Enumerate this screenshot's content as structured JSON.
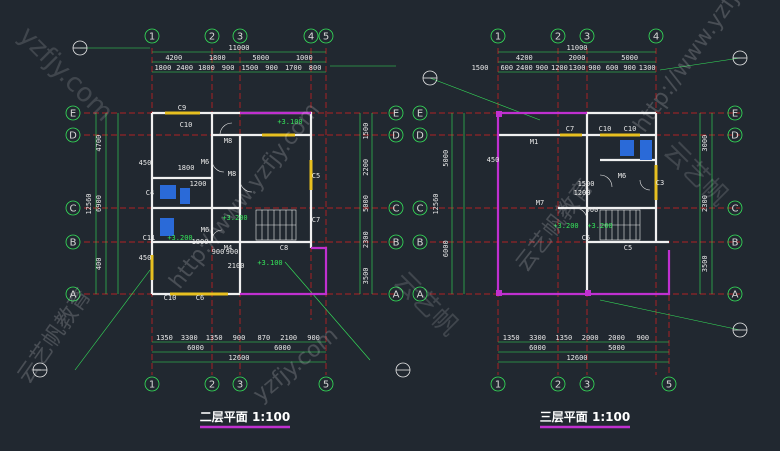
{
  "colors": {
    "background": "#212830",
    "wall": "#f0f0f0",
    "axis_line": "#e02020",
    "dimension": "#35e35a",
    "window": "#e8c020",
    "balcony": "#c030d0",
    "stair": "#e8e8e8",
    "caption_underline": "#c030d0"
  },
  "plans": [
    {
      "caption": "二层平面 1:100",
      "top_axes": [
        "1",
        "2",
        "3",
        "4",
        "5"
      ],
      "bottom_axes": [
        "1",
        "2",
        "3",
        "5"
      ],
      "side_axes": [
        "E",
        "D",
        "C",
        "B",
        "A"
      ],
      "overall_top": "11000",
      "top_dims": [
        "4200",
        "1800",
        "5000",
        "1000"
      ],
      "top_dims_2": [
        "1800",
        "2400",
        "1800",
        "900",
        "1500",
        "900",
        "1700",
        "800"
      ],
      "bottom_dims": [
        "1350",
        "3300",
        "1350",
        "900",
        "870",
        "2100",
        "900"
      ],
      "bottom_dims_2": [
        "6000",
        "6000"
      ],
      "overall_bottom": "12600",
      "left_overall": "12560",
      "left_dims": [
        "4700",
        "6900",
        "400"
      ],
      "right_dims": [
        "1500",
        "2200",
        "5000",
        "2300",
        "3500"
      ],
      "room_labels": [
        "C9",
        "M8",
        "+3.100",
        "M8",
        "M6",
        "M6",
        "C5",
        "C4",
        "C7",
        "C10",
        "C11",
        "C6",
        "M4",
        "C8",
        "+3.100",
        "+3.200",
        "+3.200",
        "C10"
      ],
      "misc_nums": [
        "450",
        "450",
        "1800",
        "1200",
        "1800",
        "2100",
        "900",
        "900"
      ]
    },
    {
      "caption": "三层平面 1:100",
      "top_axes": [
        "1",
        "2",
        "3",
        "4"
      ],
      "bottom_axes": [
        "1",
        "2",
        "3",
        "5"
      ],
      "side_axes": [
        "E",
        "D",
        "C",
        "B",
        "A"
      ],
      "overall_top": "11000",
      "top_dims": [
        "4200",
        "2000",
        "5000"
      ],
      "top_dims_2": [
        "600",
        "2400",
        "900",
        "1200",
        "1300",
        "900",
        "600",
        "900",
        "1300"
      ],
      "bottom_dims": [
        "1350",
        "3300",
        "1350",
        "2000",
        "2000",
        "900"
      ],
      "bottom_dims_2": [
        "6000",
        "5000"
      ],
      "overall_bottom": "12600",
      "left_overall": "12560",
      "left_dims": [
        "5000",
        "6000"
      ],
      "right_dims": [
        "3000",
        "2300",
        "3500"
      ],
      "room_labels": [
        "M1",
        "C7",
        "C10",
        "C10",
        "C3",
        "M6",
        "M7",
        "C5",
        "C5",
        "+3.200",
        "+3.200"
      ],
      "misc_nums": [
        "450",
        "900",
        "1200",
        "1500",
        "1500"
      ]
    }
  ],
  "watermarks": [
    "http://www.yzfjy.com",
    "云艺帆教育",
    "yzfjy.com",
    "云艺帆"
  ]
}
